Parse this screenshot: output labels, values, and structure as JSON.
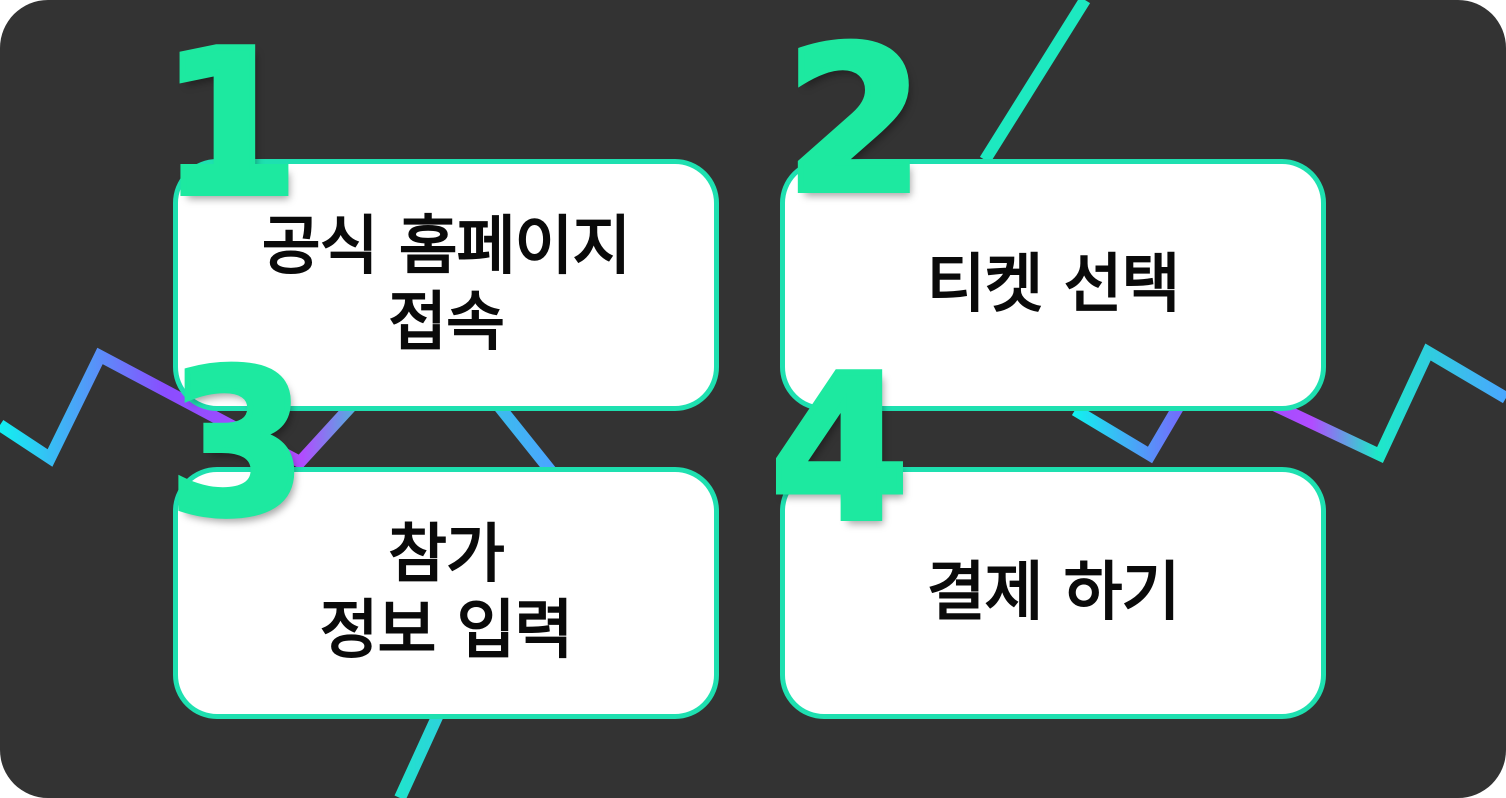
{
  "colors": {
    "background": "#333333",
    "accent": "#1de9a0",
    "card_border": "#1ee0b0",
    "card_fill": "#ffffff",
    "text": "#0a0a0a"
  },
  "steps": [
    {
      "number": "1",
      "label": "공식 홈페이지\n접속"
    },
    {
      "number": "2",
      "label": "티켓 선택"
    },
    {
      "number": "3",
      "label": "참가\n정보 입력"
    },
    {
      "number": "4",
      "label": "결제 하기"
    }
  ]
}
